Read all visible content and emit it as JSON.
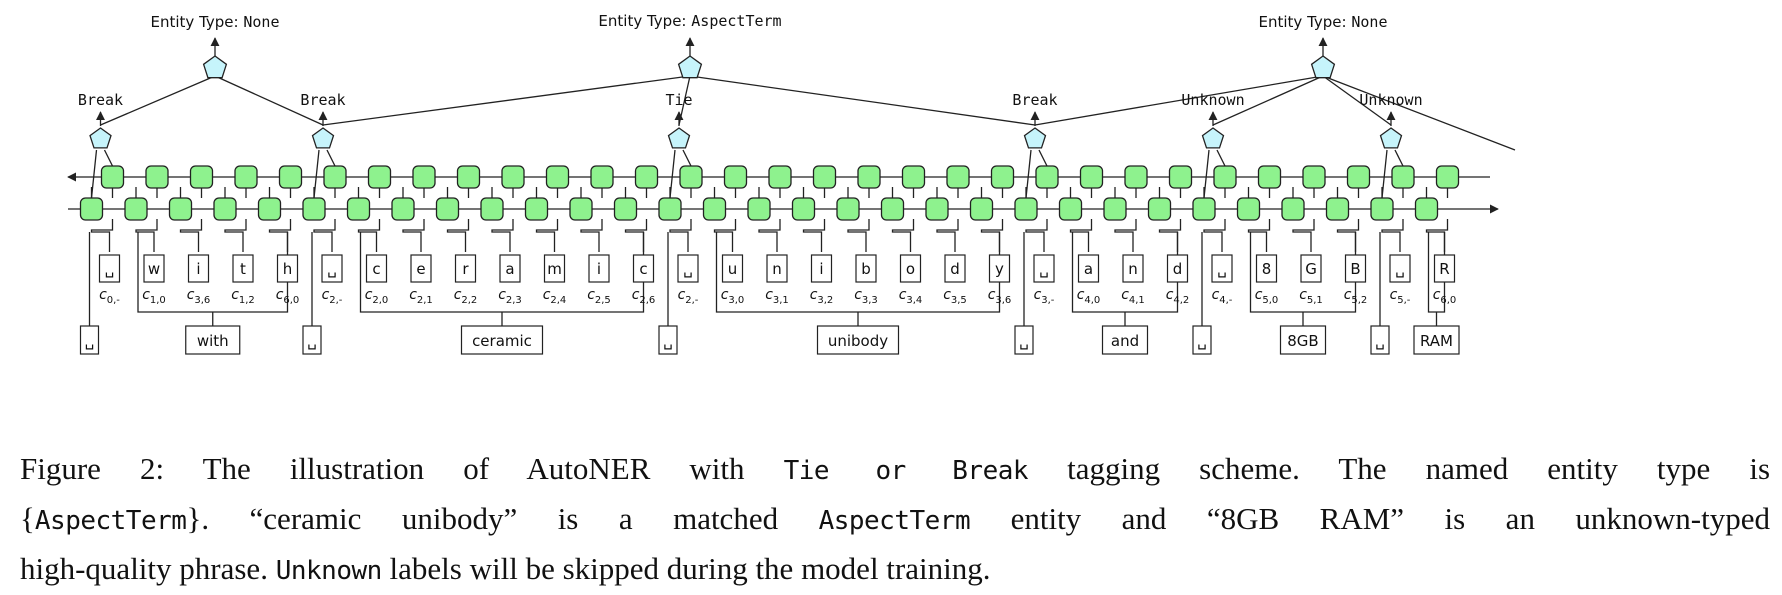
{
  "figure": {
    "colors": {
      "cell": "#8ef28e",
      "tag": "#c6f4fb",
      "line": "#222222"
    },
    "entities": [
      {
        "prefix": "Entity Type: ",
        "type": "None"
      },
      {
        "prefix": "Entity Type: ",
        "type": "AspectTerm"
      },
      {
        "prefix": "Entity Type: ",
        "type": "None"
      }
    ],
    "tags": [
      "Break",
      "Break",
      "Tie",
      "Break",
      "Unknown",
      "Unknown"
    ],
    "chars": [
      {
        "char": "␣",
        "label": "c",
        "sub": "0,-"
      },
      {
        "char": "w",
        "label": "c",
        "sub": "1,0"
      },
      {
        "char": "i",
        "label": "c",
        "sub": "3,6"
      },
      {
        "char": "t",
        "label": "c",
        "sub": "1,2"
      },
      {
        "char": "h",
        "label": "c",
        "sub": "6,0"
      },
      {
        "char": "␣",
        "label": "c",
        "sub": "2,-"
      },
      {
        "char": "c",
        "label": "c",
        "sub": "2,0"
      },
      {
        "char": "e",
        "label": "c",
        "sub": "2,1"
      },
      {
        "char": "r",
        "label": "c",
        "sub": "2,2"
      },
      {
        "char": "a",
        "label": "c",
        "sub": "2,3"
      },
      {
        "char": "m",
        "label": "c",
        "sub": "2,4"
      },
      {
        "char": "i",
        "label": "c",
        "sub": "2,5"
      },
      {
        "char": "c",
        "label": "c",
        "sub": "2,6"
      },
      {
        "char": "␣",
        "label": "c",
        "sub": "2,-"
      },
      {
        "char": "u",
        "label": "c",
        "sub": "3,0"
      },
      {
        "char": "n",
        "label": "c",
        "sub": "3,1"
      },
      {
        "char": "i",
        "label": "c",
        "sub": "3,2"
      },
      {
        "char": "b",
        "label": "c",
        "sub": "3,3"
      },
      {
        "char": "o",
        "label": "c",
        "sub": "3,4"
      },
      {
        "char": "d",
        "label": "c",
        "sub": "3,5"
      },
      {
        "char": "y",
        "label": "c",
        "sub": "3,6"
      },
      {
        "char": "␣",
        "label": "c",
        "sub": "3,-"
      },
      {
        "char": "a",
        "label": "c",
        "sub": "4,0"
      },
      {
        "char": "n",
        "label": "c",
        "sub": "4,1"
      },
      {
        "char": "d",
        "label": "c",
        "sub": "4,2"
      },
      {
        "char": "␣",
        "label": "c",
        "sub": "4,-"
      },
      {
        "char": "8",
        "label": "c",
        "sub": "5,0"
      },
      {
        "char": "G",
        "label": "c",
        "sub": "5,1"
      },
      {
        "char": "B",
        "label": "c",
        "sub": "5,2"
      },
      {
        "char": "␣",
        "label": "c",
        "sub": "5,-"
      },
      {
        "char": "R",
        "label": "c",
        "sub": "6,0"
      }
    ],
    "words": [
      "␣",
      "with",
      "␣",
      "ceramic",
      "␣",
      "unibody",
      "␣",
      "and",
      "␣",
      "8GB",
      "␣",
      "RAM"
    ]
  },
  "caption": {
    "line1": [
      {
        "t": "Figure 2:  The illustration of AutoNER with "
      },
      {
        "t": "Tie or Break",
        "mono": true
      },
      {
        "t": " tagging scheme.  The named entity type is"
      }
    ],
    "line2": [
      {
        "t": "{"
      },
      {
        "t": "AspectTerm",
        "mono": true
      },
      {
        "t": "}. “ceramic unibody” is a matched "
      },
      {
        "t": "AspectTerm",
        "mono": true
      },
      {
        "t": " entity and “8GB RAM” is an unknown-typed"
      }
    ],
    "line3": [
      {
        "t": "high-quality phrase. "
      },
      {
        "t": "Unknown",
        "mono": true
      },
      {
        "t": " labels will be skipped during the model training."
      }
    ]
  }
}
